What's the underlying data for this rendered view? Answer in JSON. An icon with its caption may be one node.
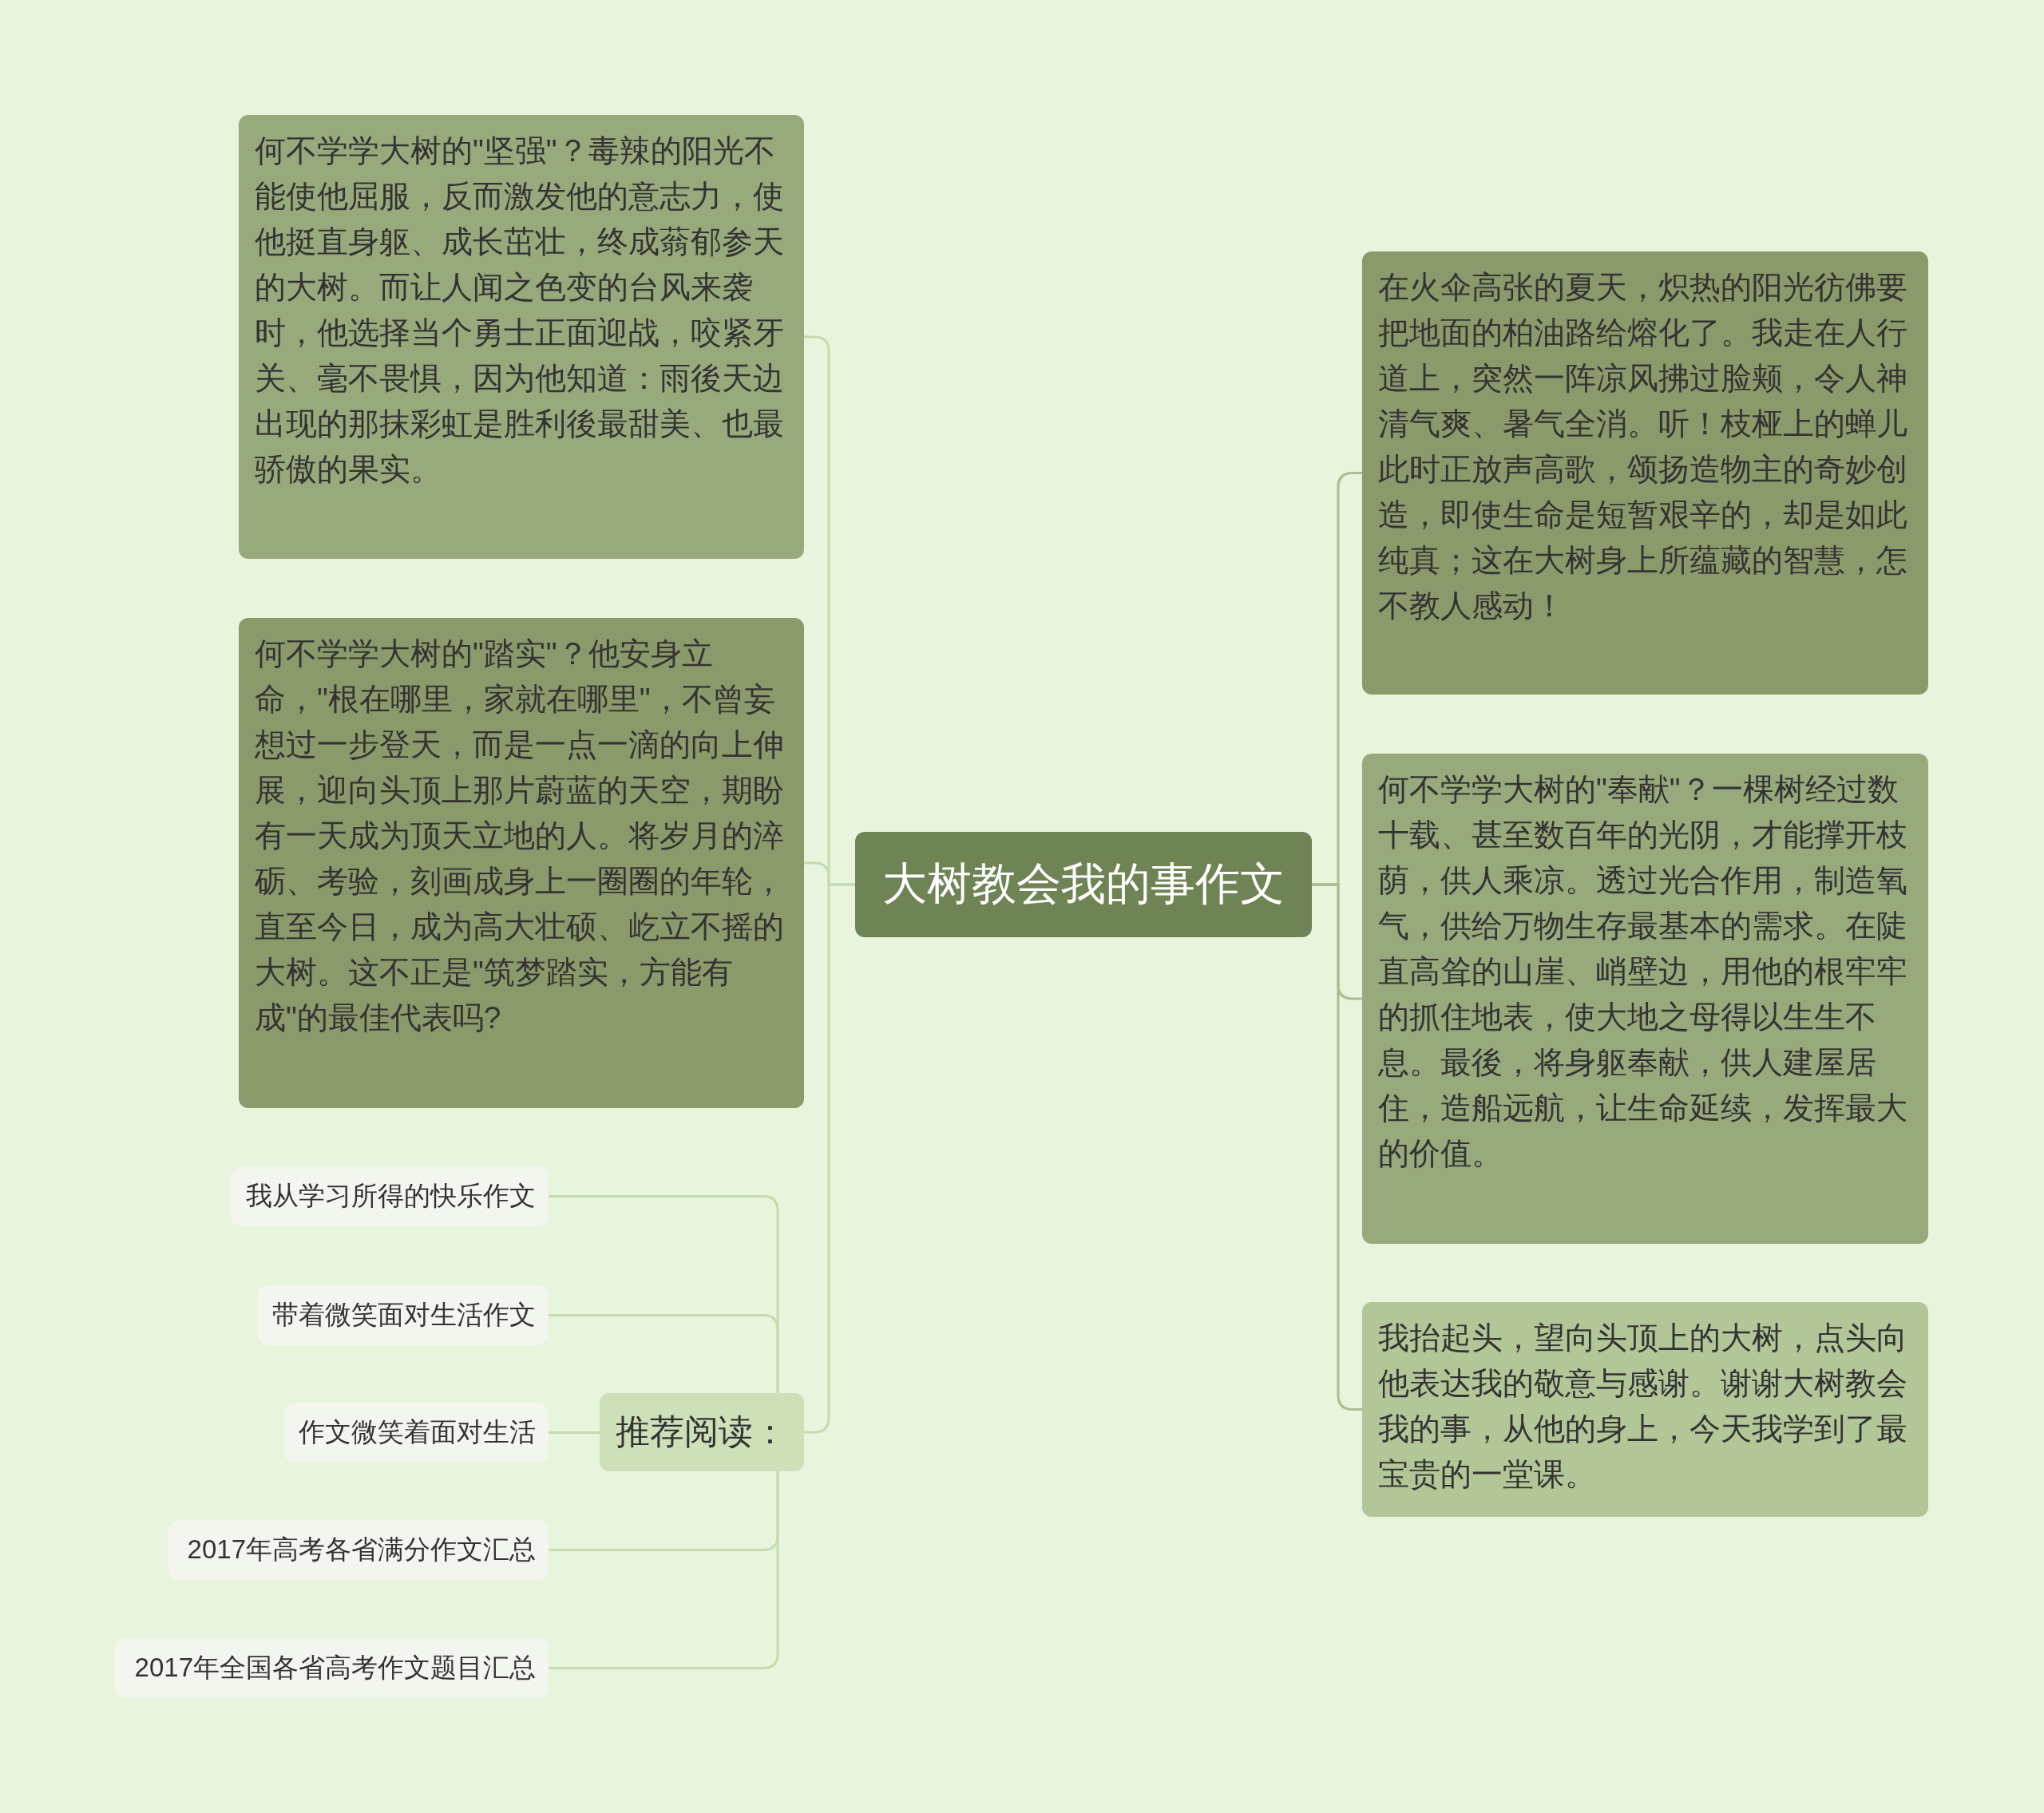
{
  "diagram": {
    "nodes": [
      {
        "text": [
          "大树教会我的事作文"
        ]
      },
      {
        "text": [
          "何不学学大树的\"坚强\"？毒辣的阳光不能使他屈服，反而激发他的意志力，使他挺直身躯、成长茁壮，终成蓊郁参天的大树。而让人闻之色变的台风来袭时，他选择当个勇士正面迎战，咬紧牙关、毫不畏惧，因为他知道：雨後天边出现的那抹彩虹是胜利後最甜美、也最骄傲的果实。"
        ]
      },
      {
        "text": [
          "何不学学大树的\"踏实\"？他安身立命，\"根在哪里，家就在哪里\"，不曾妄想过一步登天，而是一点一滴的向上伸展，迎向头顶上那片蔚蓝的天空，期盼有一天成为顶天立地的人。将岁月的淬砺、考验，刻画成身上一圈圈的年轮，直至今日，成为高大壮硕、屹立不摇的大树。这不正是\"筑梦踏实，方能有成\"的最佳代表吗?"
        ]
      },
      {
        "text": [
          "推荐阅读："
        ]
      },
      {
        "text": [
          "我从学习所得的快乐作文"
        ]
      },
      {
        "text": [
          "带着微笑面对生活作文"
        ]
      },
      {
        "text": [
          "作文微笑着面对生活"
        ]
      },
      {
        "text": [
          "2017年高考各省满分作文汇总"
        ]
      },
      {
        "text": [
          "2017年全国各省高考作文题目汇总"
        ]
      },
      {
        "text": [
          "在火伞高张的夏天，炽热的阳光彷佛要把地面的柏油路给熔化了。我走在人行道上，突然一阵凉风拂过脸颊，令人神清气爽、暑气全消。听！枝桠上的蝉儿此时正放声高歌，颂扬造物主的奇妙创造，即使生命是短暂艰辛的，却是如此纯真；这在大树身上所蕴藏的智慧，怎不教人感动！"
        ]
      },
      {
        "text": [
          "何不学学大树的\"奉献\"？一棵树经过数十载、甚至数百年的光阴，才能撑开枝荫，供人乘凉。透过光合作用，制造氧气，供给万物生存最基本的需求。在陡直高耸的山崖、峭壁边，用他的根牢牢的抓住地表，使大地之母得以生生不息。最後，将身躯奉献，供人建屋居住，造船远航，让生命延续，发挥最大的价值。"
        ]
      },
      {
        "text": [
          "我抬起头，望向头顶上的大树，点头向他表达我的敬意与感谢。谢谢大树教会我的事，从他的身上，今天我学到了最宝贵的一堂课。"
        ]
      }
    ],
    "edges": [
      {
        "from": 0,
        "to": 1,
        "arrow": "none"
      },
      {
        "from": 0,
        "to": 2,
        "arrow": "none"
      },
      {
        "from": 0,
        "to": 3,
        "arrow": "none"
      },
      {
        "from": 3,
        "to": 4,
        "arrow": "none"
      },
      {
        "from": 3,
        "to": 5,
        "arrow": "none"
      },
      {
        "from": 3,
        "to": 6,
        "arrow": "none"
      },
      {
        "from": 3,
        "to": 7,
        "arrow": "none"
      },
      {
        "from": 3,
        "to": 8,
        "arrow": "none"
      },
      {
        "from": 0,
        "to": 9,
        "arrow": "none"
      },
      {
        "from": 0,
        "to": 10,
        "arrow": "none"
      },
      {
        "from": 0,
        "to": 11,
        "arrow": "none"
      }
    ]
  }
}
